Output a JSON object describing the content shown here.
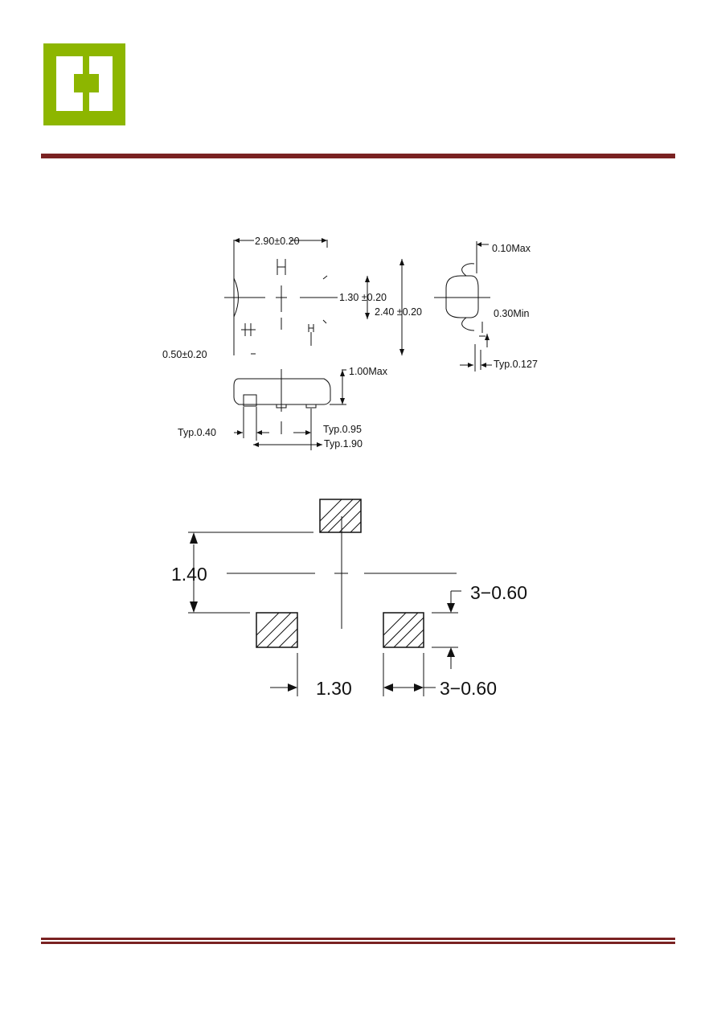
{
  "logo": {
    "icon": "company-logo-icon",
    "color": "#8db600"
  },
  "colors": {
    "rule": "#7a2222",
    "line": "#111111"
  },
  "package_dims": {
    "length": "2.90±0.20",
    "lead_offset": "0.50±0.20",
    "body_width": "1.30 ±0.20",
    "overall_width": "2.40 ±0.20",
    "height_max": "1.00Max",
    "lead_width": "Typ.0.40",
    "pitch": "Typ.0.95",
    "pitch_double": "Typ.1.90",
    "standoff_max": "0.10Max",
    "foot_min": "0.30Min",
    "lead_thickness": "Typ.0.127"
  },
  "footprint_dims": {
    "row_spacing": "1.40",
    "col_spacing": "1.30",
    "pad_height": "3−0.60",
    "pad_width": "3−0.60"
  }
}
